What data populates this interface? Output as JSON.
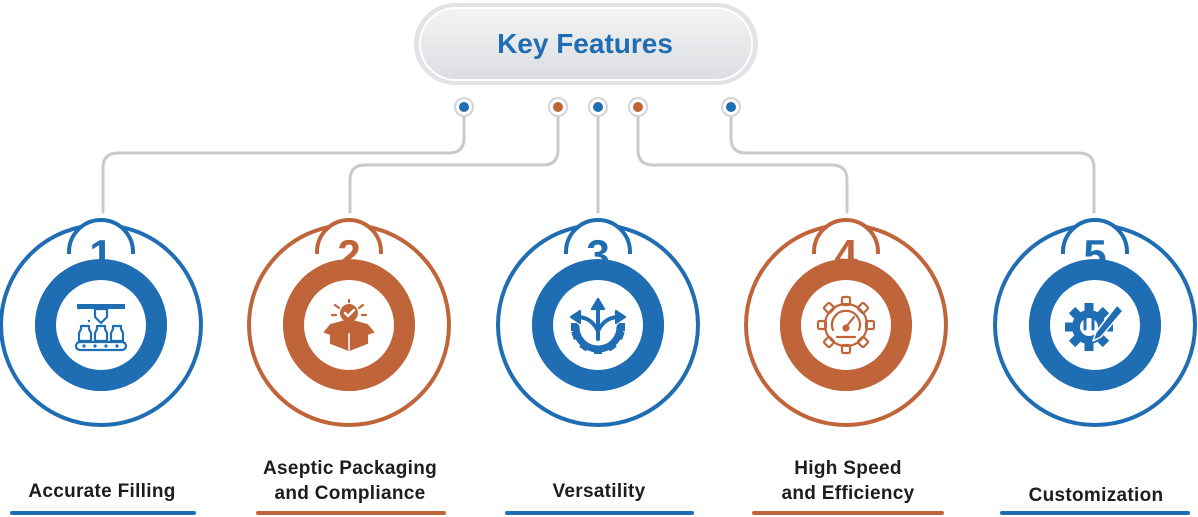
{
  "title": "Key Features",
  "colors": {
    "blue": "#1f6db3",
    "orange": "#c0653a",
    "pill_fill": "#e6e7e9",
    "pill_text": "#1f6db3",
    "connector": "#c9cacc"
  },
  "features": [
    {
      "number": "1",
      "lines": [
        "Accurate Filling"
      ],
      "color": "blue",
      "icon": "filling-machine-icon"
    },
    {
      "number": "2",
      "lines": [
        "Aseptic Packaging",
        "and Compliance"
      ],
      "color": "orange",
      "icon": "approved-package-icon"
    },
    {
      "number": "3",
      "lines": [
        "Versatility"
      ],
      "color": "blue",
      "icon": "multi-direction-gear-icon"
    },
    {
      "number": "4",
      "lines": [
        "High Speed",
        "and Efficiency"
      ],
      "color": "orange",
      "icon": "speedometer-gear-icon"
    },
    {
      "number": "5",
      "lines": [
        "Customization"
      ],
      "color": "blue",
      "icon": "gear-pencil-icon"
    }
  ]
}
